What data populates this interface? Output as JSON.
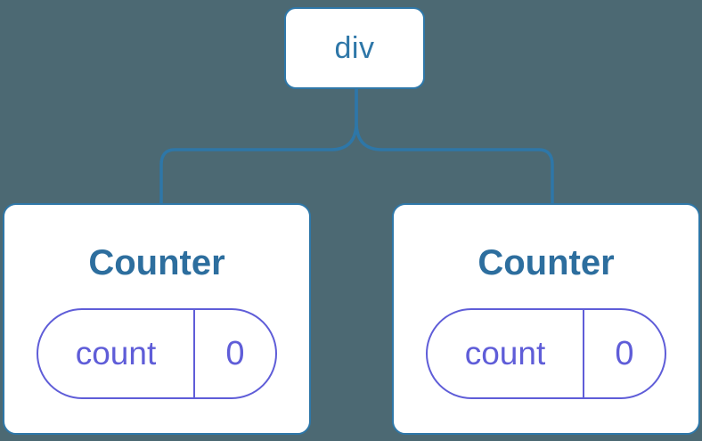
{
  "diagram": {
    "colors": {
      "background": "#4c6973",
      "accent_blue": "#2e77a8",
      "title_blue": "#2d6e9e",
      "state_purple": "#5f5dd8",
      "card_background": "#ffffff"
    },
    "root": {
      "label": "div"
    },
    "children": [
      {
        "title": "Counter",
        "state": {
          "key": "count",
          "value": "0"
        }
      },
      {
        "title": "Counter",
        "state": {
          "key": "count",
          "value": "0"
        }
      }
    ]
  }
}
